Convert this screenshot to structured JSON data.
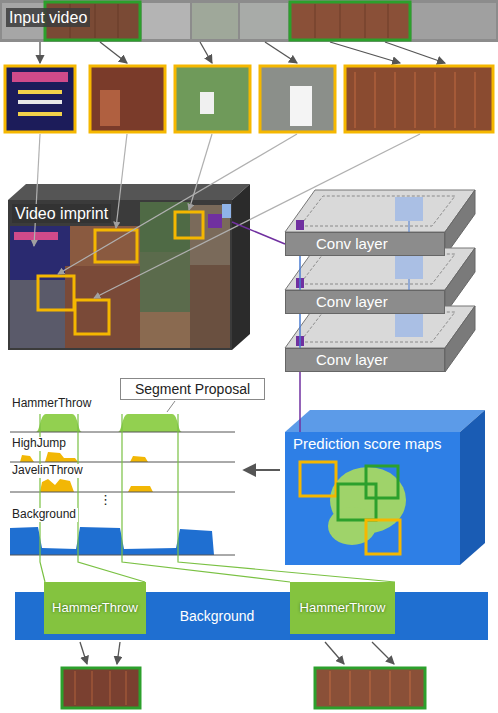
{
  "diagram": {
    "nodes": [
      {
        "text": [
          "Input video"
        ]
      },
      {
        "text": [
          "Video imprint"
        ]
      },
      {
        "text": [
          "Conv layer"
        ]
      },
      {
        "text": [
          "Conv layer"
        ]
      },
      {
        "text": [
          "Conv layer"
        ]
      },
      {
        "text": [
          "Segment Proposal"
        ]
      },
      {
        "text": [
          "Prediction score maps"
        ]
      },
      {
        "text": [
          "HammerThrow"
        ]
      },
      {
        "text": [
          "Background"
        ]
      },
      {
        "text": [
          "HammerThrow"
        ]
      }
    ],
    "edges": [
      {
        "from": 1,
        "to": 2,
        "arrow": "none"
      },
      {
        "from": 2,
        "to": 3,
        "arrow": "none"
      },
      {
        "from": 3,
        "to": 4,
        "arrow": "none"
      },
      {
        "from": 4,
        "to": 6,
        "arrow": "none"
      }
    ],
    "labels": [
      "HammerThrow",
      "HighJump",
      "JavelinThrow",
      "⋮",
      "Background"
    ]
  }
}
